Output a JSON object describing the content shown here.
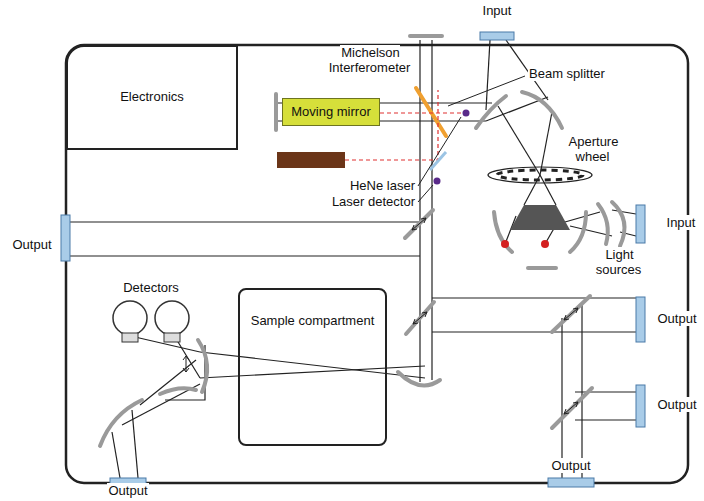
{
  "diagram": {
    "nodes": [
      {
        "text": [
          "Electronics"
        ]
      },
      {
        "text": [
          "Moving mirror"
        ]
      },
      {
        "text": [
          "Sample compartment"
        ]
      }
    ],
    "labels": [
      "Input",
      "Michelson Interferometer",
      "Beam splitter",
      "Aperture wheel",
      "HeNe laser",
      "Laser detector",
      "Input",
      "Light sources",
      "Output",
      "Detectors",
      "Output",
      "Output",
      "Output",
      "Output"
    ]
  }
}
